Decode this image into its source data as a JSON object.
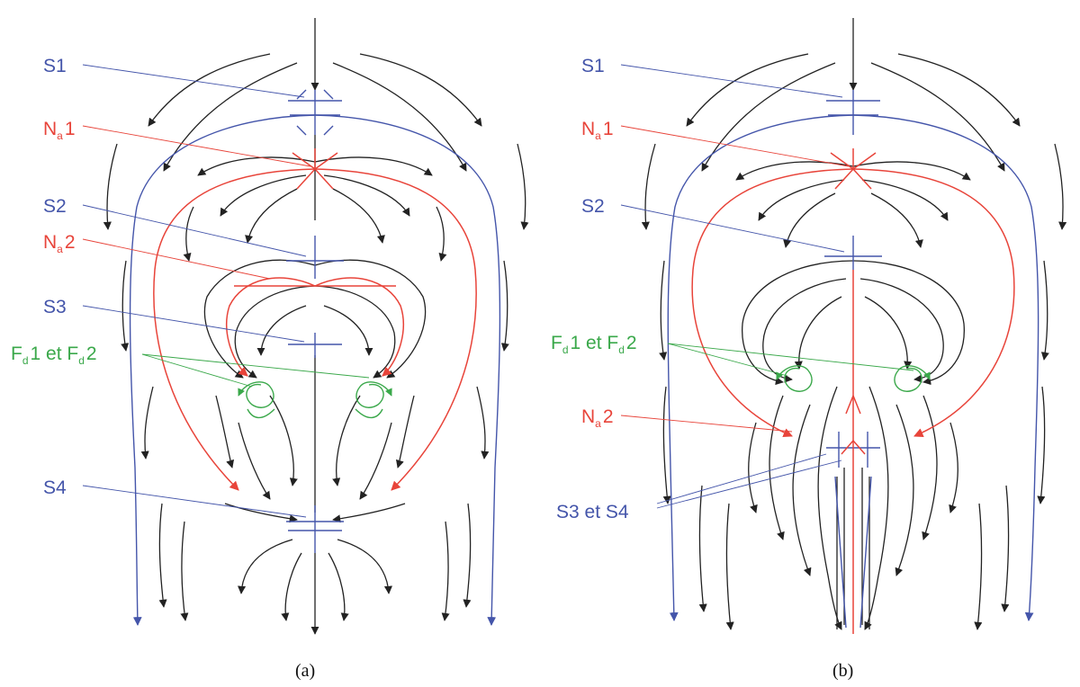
{
  "colors": {
    "saddle": "#4455aa",
    "node": "#e8443a",
    "focus": "#3aa84a",
    "stream": "#222222",
    "caption": "#111111"
  },
  "panel_a": {
    "caption": "(a)",
    "labels": {
      "s1": "S1",
      "na1_main": "N",
      "na1_sub": "a",
      "na1_num": "1",
      "s2": "S2",
      "na2_main": "N",
      "na2_sub": "a",
      "na2_num": "2",
      "s3": "S3",
      "fd_f1": "F",
      "fd_sub1": "d",
      "fd_mid": "1 et F",
      "fd_sub2": "d",
      "fd_num2": "2",
      "s4": "S4"
    }
  },
  "panel_b": {
    "caption": "(b)",
    "labels": {
      "s1": "S1",
      "na1_main": "N",
      "na1_sub": "a",
      "na1_num": "1",
      "s2": "S2",
      "fd_f1": "F",
      "fd_sub1": "d",
      "fd_mid": "1 et F",
      "fd_sub2": "d",
      "fd_num2": "2",
      "na2_main": "N",
      "na2_sub": "a",
      "na2_num": "2",
      "s3s4": "S3 et S4"
    }
  }
}
